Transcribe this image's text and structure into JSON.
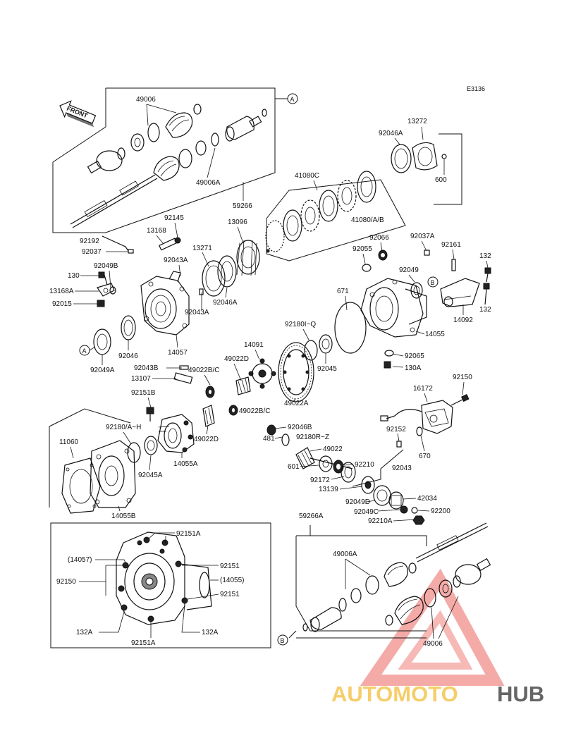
{
  "diagram": {
    "code": "E3136",
    "front_label": "FRONT",
    "callouts": {
      "a": "A",
      "b": "B"
    },
    "labels": {
      "p49006_top": "49006",
      "p49006A_top": "49006A",
      "p59266": "59266",
      "p13272": "13272",
      "p92046A_top": "92046A",
      "p600": "600",
      "p41080C": "41080C",
      "p41080AB": "41080/A/B",
      "p92145": "92145",
      "p13168": "13168",
      "p13096": "13096",
      "p92192": "92192",
      "p92037": "92037",
      "p13271": "13271",
      "p92043A_a": "92043A",
      "p92049B": "92049B",
      "p130": "130",
      "p13168A": "13168A",
      "p92015": "92015",
      "p92046A_mid": "92046A",
      "p92043A_b": "92043A",
      "p92046": "92046",
      "p14057": "14057",
      "p92049A": "92049A",
      "p92066": "92066",
      "p92037A": "92037A",
      "p92055": "92055",
      "p92161": "92161",
      "p132_a": "132",
      "p92049": "92049",
      "p132_b": "132",
      "p671": "671",
      "p14092": "14092",
      "p14055": "14055",
      "p92180IQ": "92180I~Q",
      "p92065": "92065",
      "p130A": "130A",
      "p92045": "92045",
      "p14091": "14091",
      "p49022D_a": "49022D",
      "p92043B": "92043B",
      "p49022BC_a": "49022B/C",
      "p13107": "13107",
      "p49022A": "49022A",
      "p92151B": "92151B",
      "p49022BC_b": "49022B/C",
      "p49022D_b": "49022D",
      "p92180AH": "92180/A~H",
      "p11060": "11060",
      "p14055A": "14055A",
      "p92045A": "92045A",
      "p14055B": "14055B",
      "p92046B": "92046B",
      "p481": "481",
      "p92180RZ": "92180R~Z",
      "p49022": "49022",
      "p601": "601",
      "p92210": "92210",
      "p92172": "92172",
      "p13139": "13139",
      "p42034": "42034",
      "p92049D": "92049D",
      "p92049C": "92049C",
      "p92200": "92200",
      "p92210A": "92210A",
      "p16172": "16172",
      "p92150_top": "92150",
      "p92152": "92152",
      "p670": "670",
      "p92043": "92043",
      "p92151A_top": "92151A",
      "p14057_paren": "(14057)",
      "p92151_a": "92151",
      "p92150_box": "92150",
      "p14055_paren": "(14055)",
      "p92151_b": "92151",
      "p132A_l": "132A",
      "p132A_r": "132A",
      "p92151A_bot": "92151A",
      "p59266A": "59266A",
      "p49006A_bot": "49006A",
      "p49006_bot": "49006"
    },
    "watermark": {
      "part1": "AUTOMOTO",
      "part2": "HUB",
      "color1": "#f5c85a",
      "color2": "#555555",
      "accent": "#e8554e"
    }
  }
}
